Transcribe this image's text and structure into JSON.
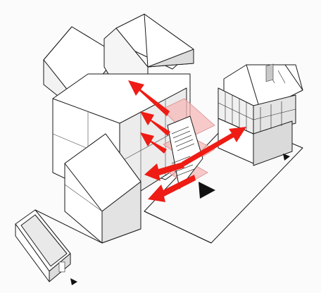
{
  "diagram": {
    "kind": "axonometric-massing",
    "colors": {
      "line": "#1a1a1a",
      "face_light": "#ffffff",
      "face_mid": "#efefef",
      "face_dark": "#d9d9d9",
      "arrow": "#ee1c14",
      "plane": "#f6b8b8",
      "marker": "#111111"
    },
    "arrows": [
      {
        "id": "arrow-top",
        "direction": "north-west"
      },
      {
        "id": "arrow-mid-upper",
        "direction": "north-west"
      },
      {
        "id": "arrow-mid-lower",
        "direction": "north-west"
      },
      {
        "id": "arrow-lower-left",
        "direction": "west"
      },
      {
        "id": "arrow-bottom-left",
        "direction": "south-west"
      },
      {
        "id": "arrow-right",
        "direction": "north-east"
      }
    ],
    "planes": 3,
    "markers": [
      "entrance-marker-main",
      "entrance-marker-right",
      "entrance-marker-bottom"
    ],
    "buildings": [
      "rear-gabled-house-left",
      "rear-gabled-house-right",
      "central-block",
      "timber-frame-house",
      "front-gabled-house",
      "low-annex"
    ]
  }
}
